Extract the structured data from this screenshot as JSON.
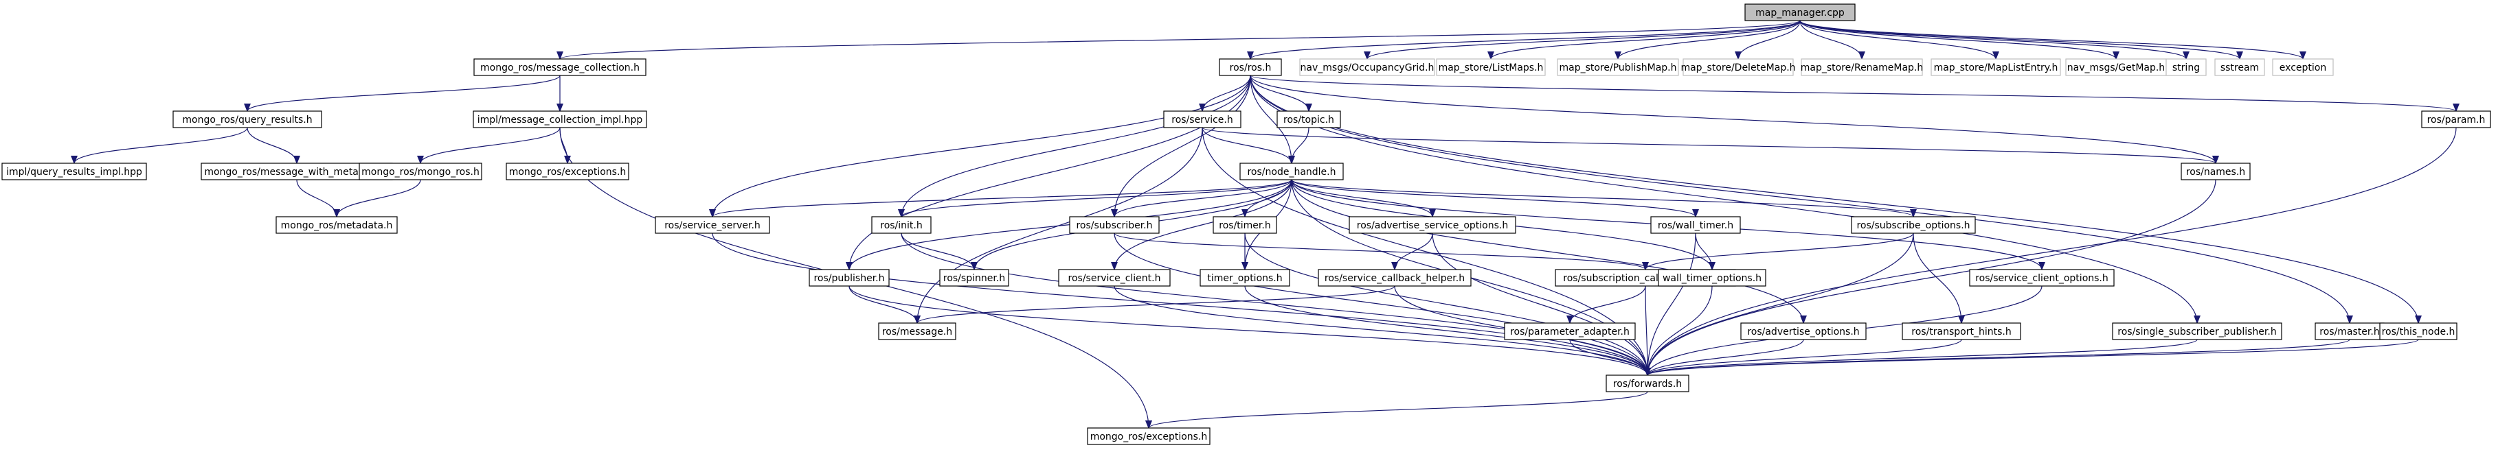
{
  "title": "map_manager.cpp include dependency graph",
  "colors": {
    "edge": "#191970",
    "root_fill": "#bfbfbf",
    "node_border": "#000000",
    "external_border": "#bfbfbf",
    "background": "#ffffff"
  },
  "nodes": [
    {
      "id": "map_manager_cpp",
      "label": "map_manager.cpp",
      "kind": "root"
    },
    {
      "id": "message_collection_h",
      "label": "mongo_ros/message_collection.h"
    },
    {
      "id": "ros_h",
      "label": "ros/ros.h"
    },
    {
      "id": "occupancy_grid_h",
      "label": "nav_msgs/OccupancyGrid.h",
      "kind": "external"
    },
    {
      "id": "list_maps_h",
      "label": "map_store/ListMaps.h",
      "kind": "external"
    },
    {
      "id": "publish_map_h",
      "label": "map_store/PublishMap.h",
      "kind": "external"
    },
    {
      "id": "delete_map_h",
      "label": "map_store/DeleteMap.h",
      "kind": "external"
    },
    {
      "id": "rename_map_h",
      "label": "map_store/RenameMap.h",
      "kind": "external"
    },
    {
      "id": "map_list_entry_h",
      "label": "map_store/MapListEntry.h",
      "kind": "external"
    },
    {
      "id": "get_map_h",
      "label": "nav_msgs/GetMap.h",
      "kind": "external"
    },
    {
      "id": "string",
      "label": "string",
      "kind": "external"
    },
    {
      "id": "sstream",
      "label": "sstream",
      "kind": "external"
    },
    {
      "id": "exception",
      "label": "exception",
      "kind": "external"
    },
    {
      "id": "query_results_h",
      "label": "mongo_ros/query_results.h"
    },
    {
      "id": "message_collection_impl_hpp",
      "label": "impl/message_collection_impl.hpp"
    },
    {
      "id": "service_h",
      "label": "ros/service.h"
    },
    {
      "id": "topic_h",
      "label": "ros/topic.h"
    },
    {
      "id": "param_h",
      "label": "ros/param.h"
    },
    {
      "id": "query_results_impl_hpp",
      "label": "impl/query_results_impl.hpp"
    },
    {
      "id": "message_with_metadata_h",
      "label": "mongo_ros/message_with_metadata.h"
    },
    {
      "id": "mongo_ros_h",
      "label": "mongo_ros/mongo_ros.h"
    },
    {
      "id": "mongo_exceptions_top_h",
      "label": "mongo_ros/exceptions.h"
    },
    {
      "id": "node_handle_h",
      "label": "ros/node_handle.h"
    },
    {
      "id": "names_h",
      "label": "ros/names.h"
    },
    {
      "id": "metadata_h",
      "label": "mongo_ros/metadata.h"
    },
    {
      "id": "service_server_h",
      "label": "ros/service_server.h"
    },
    {
      "id": "init_h",
      "label": "ros/init.h"
    },
    {
      "id": "subscriber_h",
      "label": "ros/subscriber.h"
    },
    {
      "id": "timer_h",
      "label": "ros/timer.h"
    },
    {
      "id": "advertise_service_options_h",
      "label": "ros/advertise_service_options.h"
    },
    {
      "id": "wall_timer_h",
      "label": "ros/wall_timer.h"
    },
    {
      "id": "subscribe_options_h",
      "label": "ros/subscribe_options.h"
    },
    {
      "id": "publisher_h",
      "label": "ros/publisher.h"
    },
    {
      "id": "spinner_h",
      "label": "ros/spinner.h"
    },
    {
      "id": "service_client_h",
      "label": "ros/service_client.h"
    },
    {
      "id": "timer_options_h",
      "label": "timer_options.h"
    },
    {
      "id": "service_callback_helper_h",
      "label": "ros/service_callback_helper.h"
    },
    {
      "id": "subscription_callback_helper_h",
      "label": "ros/subscription_callback_helper.h"
    },
    {
      "id": "wall_timer_options_h",
      "label": "wall_timer_options.h"
    },
    {
      "id": "service_client_options_h",
      "label": "ros/service_client_options.h"
    },
    {
      "id": "single_subscriber_publisher_h",
      "label": "ros/single_subscriber_publisher.h"
    },
    {
      "id": "master_h",
      "label": "ros/master.h"
    },
    {
      "id": "this_node_h",
      "label": "ros/this_node.h"
    },
    {
      "id": "message_h",
      "label": "ros/message.h"
    },
    {
      "id": "parameter_adapter_h",
      "label": "ros/parameter_adapter.h"
    },
    {
      "id": "advertise_options_h",
      "label": "ros/advertise_options.h"
    },
    {
      "id": "transport_hints_h",
      "label": "ros/transport_hints.h"
    },
    {
      "id": "forwards_h",
      "label": "ros/forwards.h"
    },
    {
      "id": "mongo_exceptions_bottom_h",
      "label": "mongo_ros/exceptions.h"
    }
  ],
  "edges": [
    [
      "map_manager_cpp",
      "message_collection_h"
    ],
    [
      "map_manager_cpp",
      "ros_h"
    ],
    [
      "map_manager_cpp",
      "occupancy_grid_h"
    ],
    [
      "map_manager_cpp",
      "list_maps_h"
    ],
    [
      "map_manager_cpp",
      "publish_map_h"
    ],
    [
      "map_manager_cpp",
      "delete_map_h"
    ],
    [
      "map_manager_cpp",
      "rename_map_h"
    ],
    [
      "map_manager_cpp",
      "map_list_entry_h"
    ],
    [
      "map_manager_cpp",
      "get_map_h"
    ],
    [
      "map_manager_cpp",
      "string"
    ],
    [
      "map_manager_cpp",
      "sstream"
    ],
    [
      "map_manager_cpp",
      "exception"
    ],
    [
      "message_collection_h",
      "query_results_h"
    ],
    [
      "message_collection_h",
      "message_collection_impl_hpp"
    ],
    [
      "query_results_h",
      "query_results_impl_hpp"
    ],
    [
      "query_results_h",
      "message_with_metadata_h"
    ],
    [
      "message_with_metadata_h",
      "metadata_h"
    ],
    [
      "mongo_ros_h",
      "metadata_h"
    ],
    [
      "message_collection_impl_hpp",
      "mongo_ros_h"
    ],
    [
      "message_collection_impl_hpp",
      "mongo_exceptions_top_h"
    ],
    [
      "message_collection_impl_hpp",
      "mongo_exceptions_bottom_h"
    ],
    [
      "ros_h",
      "service_h"
    ],
    [
      "ros_h",
      "topic_h"
    ],
    [
      "ros_h",
      "node_handle_h"
    ],
    [
      "ros_h",
      "param_h"
    ],
    [
      "ros_h",
      "names_h"
    ],
    [
      "ros_h",
      "service_server_h"
    ],
    [
      "ros_h",
      "init_h"
    ],
    [
      "ros_h",
      "subscriber_h"
    ],
    [
      "ros_h",
      "publisher_h"
    ],
    [
      "ros_h",
      "single_subscriber_publisher_h"
    ],
    [
      "ros_h",
      "master_h"
    ],
    [
      "ros_h",
      "this_node_h"
    ],
    [
      "service_h",
      "node_handle_h"
    ],
    [
      "service_h",
      "names_h"
    ],
    [
      "service_h",
      "message_h"
    ],
    [
      "service_h",
      "forwards_h"
    ],
    [
      "topic_h",
      "node_handle_h"
    ],
    [
      "param_h",
      "forwards_h"
    ],
    [
      "names_h",
      "forwards_h"
    ],
    [
      "node_handle_h",
      "service_server_h"
    ],
    [
      "node_handle_h",
      "init_h"
    ],
    [
      "node_handle_h",
      "subscriber_h"
    ],
    [
      "node_handle_h",
      "timer_h"
    ],
    [
      "node_handle_h",
      "advertise_service_options_h"
    ],
    [
      "node_handle_h",
      "wall_timer_h"
    ],
    [
      "node_handle_h",
      "subscribe_options_h"
    ],
    [
      "node_handle_h",
      "publisher_h"
    ],
    [
      "node_handle_h",
      "spinner_h"
    ],
    [
      "node_handle_h",
      "service_client_h"
    ],
    [
      "node_handle_h",
      "timer_options_h"
    ],
    [
      "node_handle_h",
      "wall_timer_options_h"
    ],
    [
      "node_handle_h",
      "service_client_options_h"
    ],
    [
      "node_handle_h",
      "advertise_options_h"
    ],
    [
      "node_handle_h",
      "forwards_h"
    ],
    [
      "service_server_h",
      "forwards_h"
    ],
    [
      "init_h",
      "spinner_h"
    ],
    [
      "init_h",
      "forwards_h"
    ],
    [
      "subscriber_h",
      "subscription_callback_helper_h"
    ],
    [
      "subscriber_h",
      "forwards_h"
    ],
    [
      "timer_h",
      "timer_options_h"
    ],
    [
      "timer_h",
      "forwards_h"
    ],
    [
      "advertise_service_options_h",
      "service_callback_helper_h"
    ],
    [
      "advertise_service_options_h",
      "forwards_h"
    ],
    [
      "wall_timer_h",
      "wall_timer_options_h"
    ],
    [
      "wall_timer_h",
      "forwards_h"
    ],
    [
      "subscribe_options_h",
      "subscription_callback_helper_h"
    ],
    [
      "subscribe_options_h",
      "transport_hints_h"
    ],
    [
      "subscribe_options_h",
      "forwards_h"
    ],
    [
      "publisher_h",
      "message_h"
    ],
    [
      "publisher_h",
      "forwards_h"
    ],
    [
      "service_client_h",
      "forwards_h"
    ],
    [
      "timer_options_h",
      "forwards_h"
    ],
    [
      "service_callback_helper_h",
      "message_h"
    ],
    [
      "service_callback_helper_h",
      "forwards_h"
    ],
    [
      "subscription_callback_helper_h",
      "parameter_adapter_h"
    ],
    [
      "subscription_callback_helper_h",
      "forwards_h"
    ],
    [
      "parameter_adapter_h",
      "forwards_h"
    ],
    [
      "wall_timer_options_h",
      "forwards_h"
    ],
    [
      "advertise_options_h",
      "forwards_h"
    ],
    [
      "transport_hints_h",
      "forwards_h"
    ],
    [
      "service_client_options_h",
      "forwards_h"
    ],
    [
      "single_subscriber_publisher_h",
      "forwards_h"
    ],
    [
      "master_h",
      "forwards_h"
    ],
    [
      "this_node_h",
      "forwards_h"
    ],
    [
      "forwards_h",
      "mongo_exceptions_bottom_h"
    ]
  ]
}
